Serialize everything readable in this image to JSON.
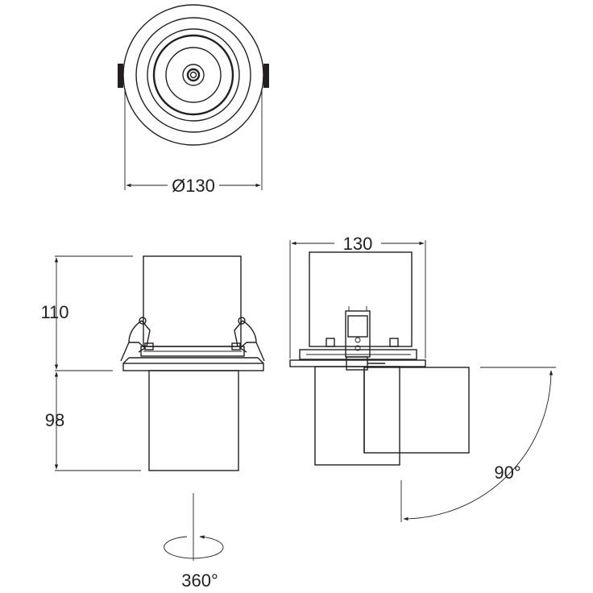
{
  "dimensions": {
    "diameter": "Ø130",
    "width": "130",
    "trim_height": "110",
    "body_height": "98",
    "tilt_angle": "90°",
    "rotation_angle": "360°"
  },
  "colors": {
    "line": "#231f20",
    "background": "#ffffff"
  }
}
